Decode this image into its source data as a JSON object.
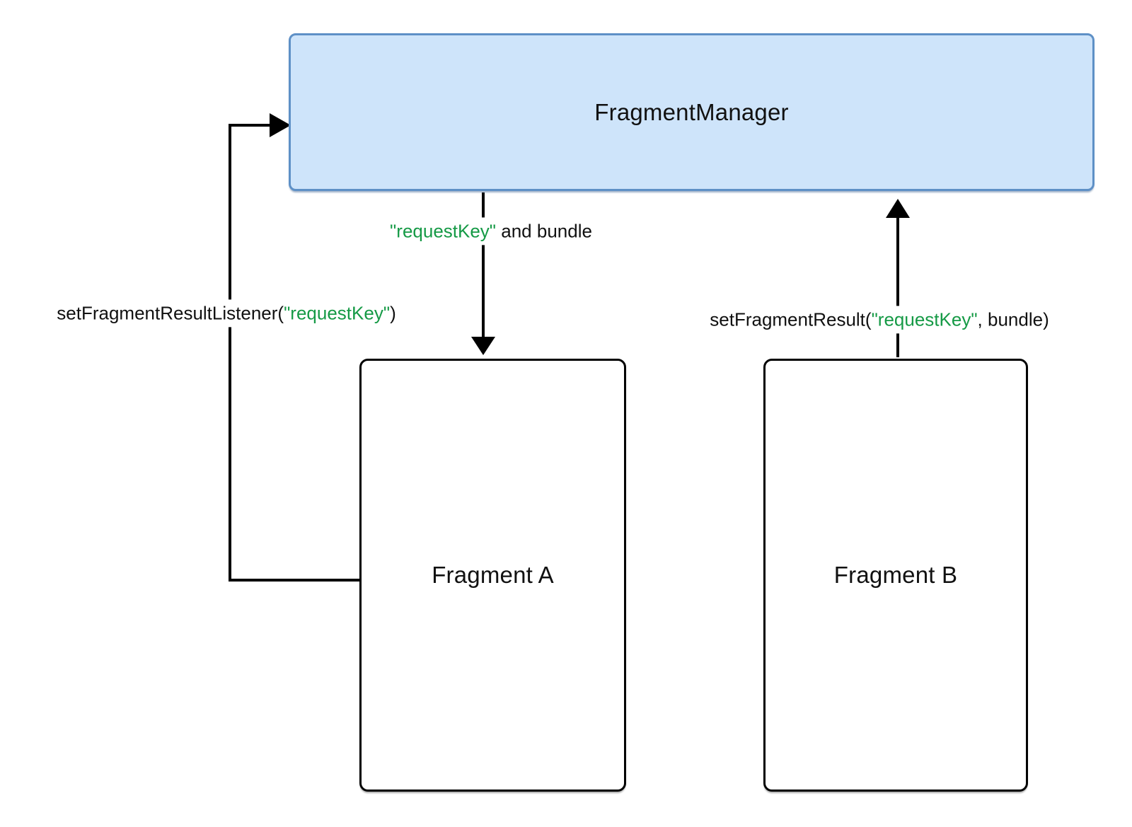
{
  "diagram": {
    "nodes": {
      "fragment_manager": {
        "label": "FragmentManager"
      },
      "fragment_a": {
        "label": "Fragment A"
      },
      "fragment_b": {
        "label": "Fragment B"
      }
    },
    "edge_labels": {
      "request_key_and_bundle": {
        "key": "\"requestKey\"",
        "rest": " and bundle"
      },
      "set_fragment_result_listener": {
        "prefix": "setFragmentResultListener(",
        "key": "\"requestKey\"",
        "suffix": ")"
      },
      "set_fragment_result": {
        "prefix": "setFragmentResult(",
        "key": "\"requestKey\"",
        "suffix": ", bundle)"
      }
    },
    "colors": {
      "green": "#169a46",
      "box_fill": "#cee4fa",
      "box_border": "#5e90c6",
      "line": "#000000"
    }
  }
}
